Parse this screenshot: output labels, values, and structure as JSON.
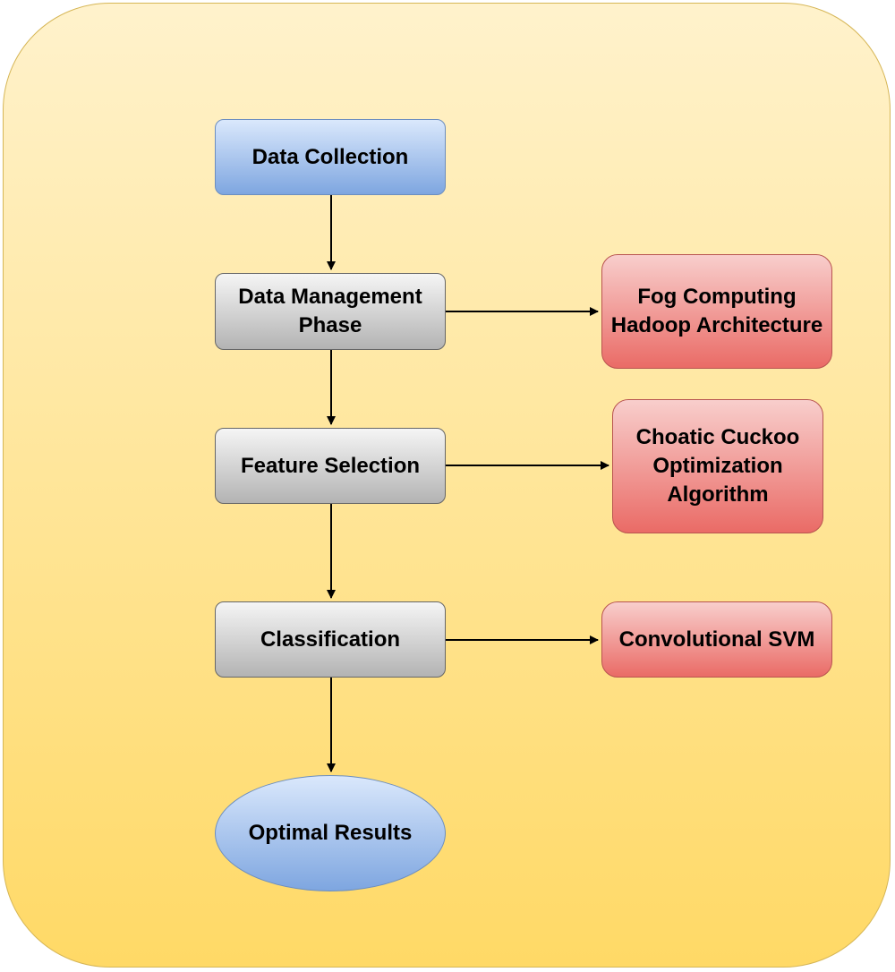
{
  "diagram": {
    "nodes": {
      "data_collection": "Data Collection",
      "data_management": "Data Management\nPhase",
      "feature_selection": "Feature Selection",
      "classification": "Classification",
      "optimal_results": "Optimal Results",
      "fog_computing": "Fog Computing\nHadoop Architecture",
      "cuckoo": "Choatic Cuckoo\nOptimization\nAlgorithm",
      "conv_svm": "Convolutional SVM"
    },
    "edges": [
      {
        "from": "Data Collection",
        "to": "Data Management Phase"
      },
      {
        "from": "Data Management Phase",
        "to": "Feature Selection"
      },
      {
        "from": "Feature Selection",
        "to": "Classification"
      },
      {
        "from": "Classification",
        "to": "Optimal Results"
      },
      {
        "from": "Data Management Phase",
        "to": "Fog Computing Hadoop Architecture"
      },
      {
        "from": "Feature Selection",
        "to": "Choatic Cuckoo Optimization Algorithm"
      },
      {
        "from": "Classification",
        "to": "Convolutional SVM"
      }
    ],
    "colors": {
      "background_top": "#fff2cc",
      "background_bottom": "#ffd966",
      "background_border": "#d6b656",
      "blue_fill": "#7ea6e0",
      "blue_border": "#6c8ebf",
      "gray_fill": "#b3b3b3",
      "gray_border": "#666666",
      "red_fill": "#ea6b66",
      "red_border": "#b85450",
      "arrow": "#000000"
    }
  }
}
